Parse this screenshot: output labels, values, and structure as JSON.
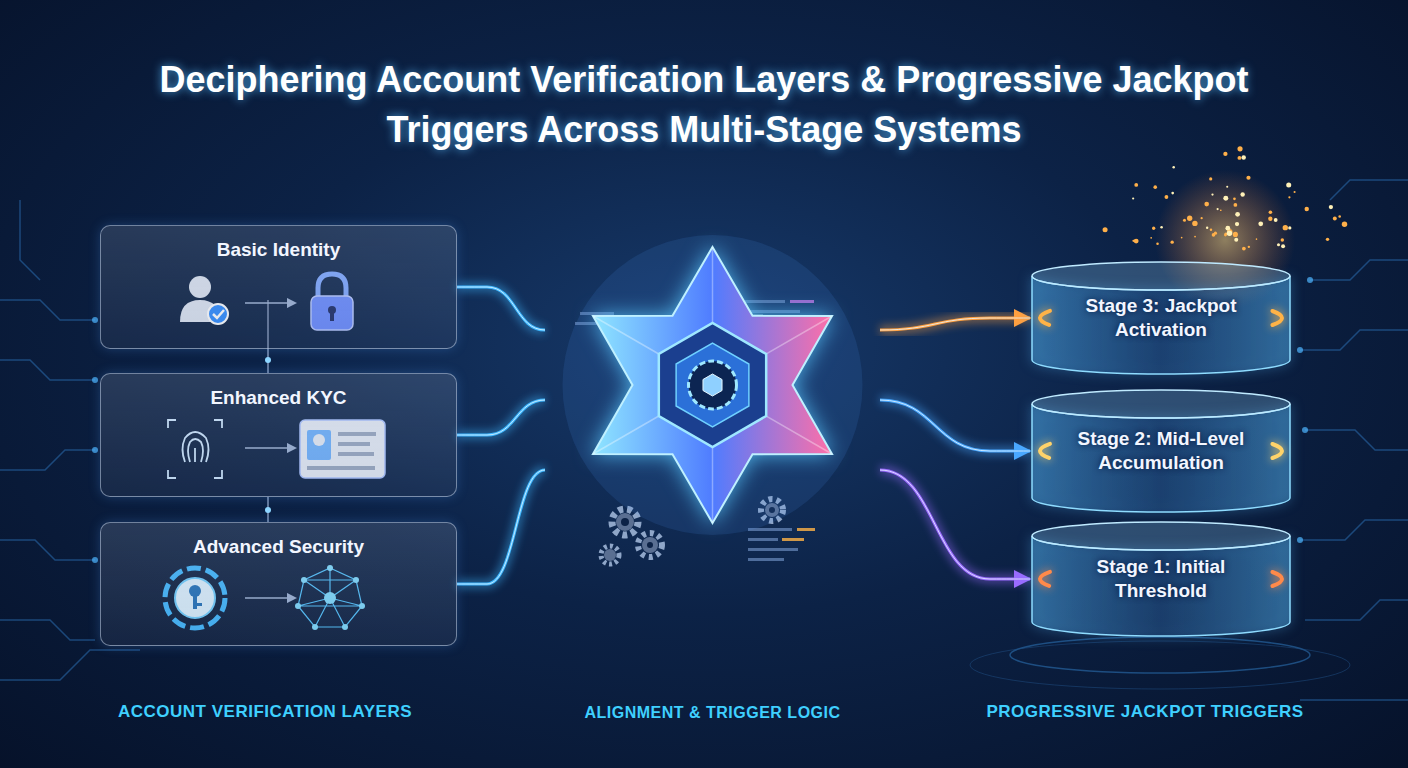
{
  "diagram": {
    "title": "Deciphering Account Verification Layers & Progressive Jackpot Triggers Across Multi-Stage Systems",
    "nodes": [
      {
        "text": [
          "Basic Identity"
        ]
      },
      {
        "text": [
          "Enhanced KYC"
        ]
      },
      {
        "text": [
          "Advanced Security"
        ]
      },
      {
        "text": [
          "ALIGNMENT & TRIGGER LOGIC"
        ]
      },
      {
        "text": [
          "Stage 3: Jackpot Activation"
        ]
      },
      {
        "text": [
          "Stage 2: Mid-Level Accumulation"
        ]
      },
      {
        "text": [
          "Stage 1: Initial Threshold"
        ]
      }
    ],
    "edges": [
      {
        "from": 0,
        "to": 3,
        "arrow": "none"
      },
      {
        "from": 1,
        "to": 3,
        "arrow": "none"
      },
      {
        "from": 2,
        "to": 3,
        "arrow": "none"
      },
      {
        "from": 3,
        "to": 4,
        "arrow": "to"
      },
      {
        "from": 3,
        "to": 5,
        "arrow": "to"
      },
      {
        "from": 3,
        "to": 6,
        "arrow": "to"
      }
    ],
    "labels": [
      "ACCOUNT VERIFICATION LAYERS",
      "PROGRESSIVE JACKPOT TRIGGERS"
    ]
  }
}
